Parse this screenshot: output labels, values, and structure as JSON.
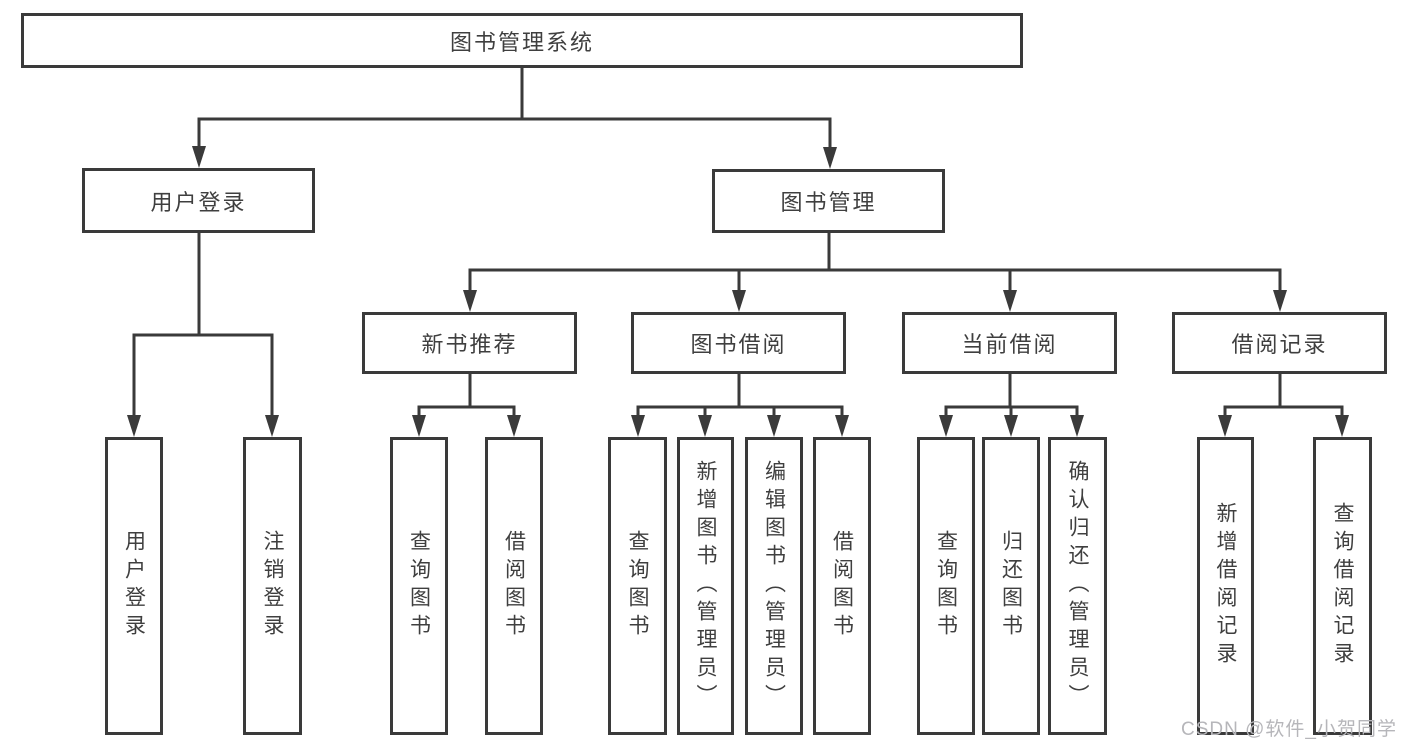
{
  "diagram": {
    "root": {
      "label": "图书管理系统"
    },
    "user_login": {
      "label": "用户登录",
      "children": [
        {
          "label": "用户登录"
        },
        {
          "label": "注销登录"
        }
      ]
    },
    "book_mgmt": {
      "label": "图书管理",
      "sections": [
        {
          "label": "新书推荐",
          "children": [
            {
              "label": "查询图书"
            },
            {
              "label": "借阅图书"
            }
          ]
        },
        {
          "label": "图书借阅",
          "children": [
            {
              "label": "查询图书"
            },
            {
              "label": "新增图书（管理员）"
            },
            {
              "label": "编辑图书（管理员）"
            },
            {
              "label": "借阅图书"
            }
          ]
        },
        {
          "label": "当前借阅",
          "children": [
            {
              "label": "查询图书"
            },
            {
              "label": "归还图书"
            },
            {
              "label": "确认归还（管理员）"
            }
          ]
        },
        {
          "label": "借阅记录",
          "children": [
            {
              "label": "新增借阅记录"
            },
            {
              "label": "查询借阅记录"
            }
          ]
        }
      ]
    },
    "line_color": "#3a3a3a",
    "watermark": "CSDN @软件_小贺同学"
  }
}
